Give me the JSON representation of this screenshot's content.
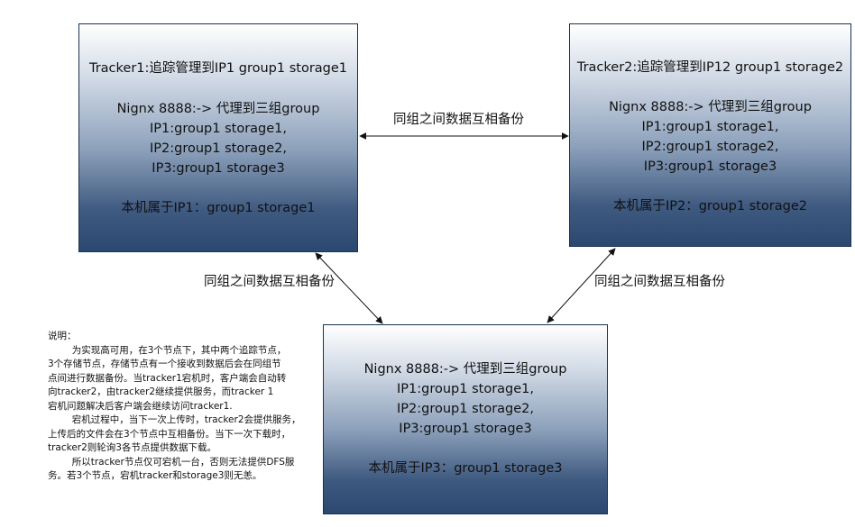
{
  "nodes": [
    {
      "id": "box1",
      "lines": [
        "Tracker1:追踪管理到IP1 group1 storage1",
        "Nignx 8888:-> 代理到三组group",
        "IP1:group1 storage1,",
        "IP2:group1 storage2,",
        "IP3:group1 storage3",
        "本机属于IP1：group1 storage1"
      ]
    },
    {
      "id": "box2",
      "lines": [
        "Tracker2:追踪管理到IP12 group1 storage2",
        "Nignx 8888:-> 代理到三组group",
        "IP1:group1 storage1,",
        "IP2:group1 storage2,",
        "IP3:group1 storage3",
        "本机属于IP2：group1 storage2"
      ]
    },
    {
      "id": "box3",
      "lines": [
        "Nignx 8888:-> 代理到三组group",
        "IP1:group1 storage1,",
        "IP2:group1 storage2,",
        "IP3:group1 storage3",
        "本机属于IP3：group1 storage3"
      ]
    }
  ],
  "connections": [
    {
      "from": "box1",
      "to": "box2",
      "label": "同组之间数据互相备份"
    },
    {
      "from": "box1",
      "to": "box3",
      "label": "同组之间数据互相备份"
    },
    {
      "from": "box2",
      "to": "box3",
      "label": "同组之间数据互相备份"
    }
  ],
  "note": {
    "lines": [
      "说明：",
      "        为实现高可用，在3个节点下，其中两个追踪节点，",
      "3个存储节点，存储节点有一个接收到数据后会在同组节",
      "点间进行数据备份。当tracker1宕机时，客户端会自动转",
      "向tracker2，由tracker2继续提供服务，而tracker 1",
      "宕机问题解决后客户端会继续访问tracker1.",
      "        宕机过程中，当下一次上传时，tracker2会提供服务，",
      "上传后的文件会在3个节点中互相备份。当下一次下载时，",
      "tracker2则轮询3各节点提供数据下载。",
      "        所以tracker节点仅可宕机一台，否则无法提供DFS服",
      "务。若3个节点，宕机tracker和storage3则无恙。"
    ]
  }
}
